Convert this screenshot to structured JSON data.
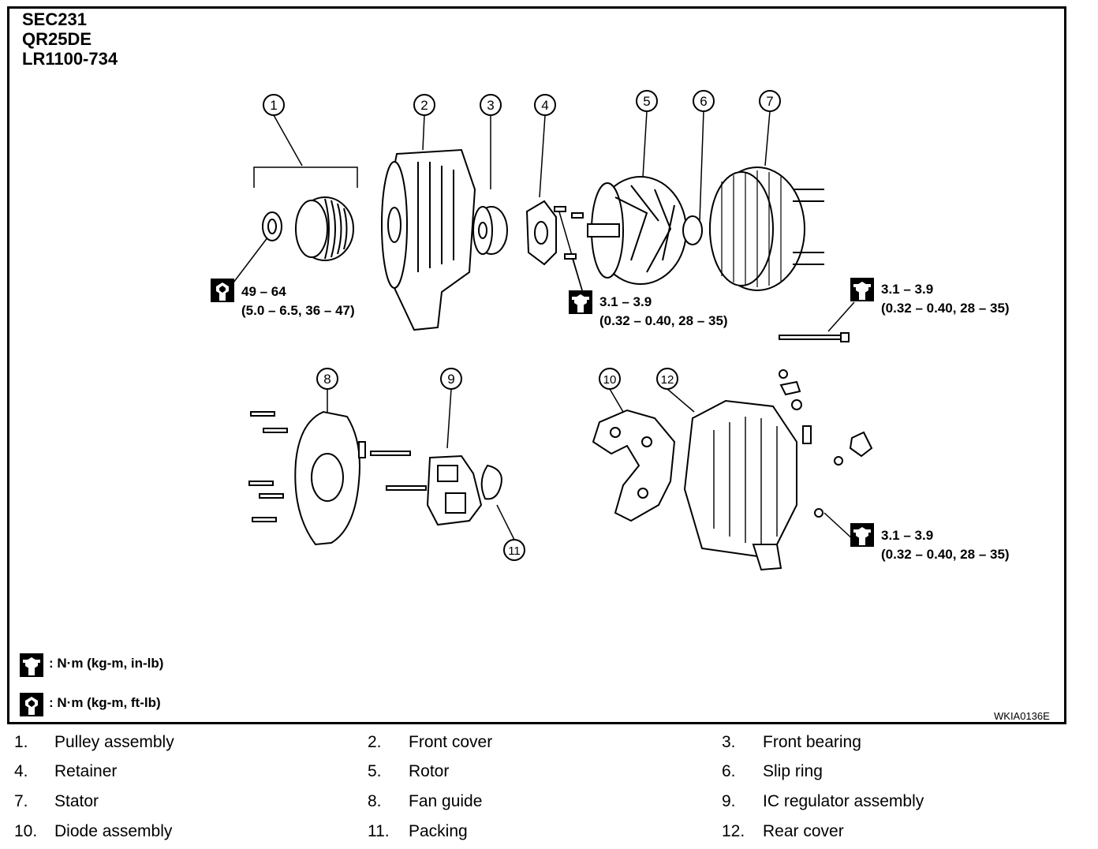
{
  "header": {
    "lines": [
      "SEC231",
      "QR25DE",
      "LR1100-734"
    ]
  },
  "callouts": [
    "1",
    "2",
    "3",
    "4",
    "5",
    "6",
    "7",
    "8",
    "9",
    "10",
    "11",
    "12"
  ],
  "torque_specs": [
    {
      "value": "49 – 64",
      "detail": "(5.0 – 6.5, 36 – 47)",
      "icon": "torque-wrench-ft-lb-icon"
    },
    {
      "value": "3.1 – 3.9",
      "detail": "(0.32 – 0.40, 28 – 35)",
      "icon": "torque-wrench-in-lb-icon"
    },
    {
      "value": "3.1 – 3.9",
      "detail": "(0.32 – 0.40, 28 – 35)",
      "icon": "torque-wrench-in-lb-icon"
    },
    {
      "value": "3.1 – 3.9",
      "detail": "(0.32 – 0.40, 28 – 35)",
      "icon": "torque-wrench-in-lb-icon"
    }
  ],
  "legend": [
    {
      "text": ": N·m (kg-m, in-lb)",
      "icon": "torque-wrench-in-lb-icon"
    },
    {
      "text": ": N·m (kg-m, ft-lb)",
      "icon": "torque-wrench-ft-lb-icon"
    }
  ],
  "figure_id": "WKIA0136E",
  "parts": [
    {
      "num": "1.",
      "name": "Pulley assembly"
    },
    {
      "num": "2.",
      "name": "Front cover"
    },
    {
      "num": "3.",
      "name": "Front bearing"
    },
    {
      "num": "4.",
      "name": "Retainer"
    },
    {
      "num": "5.",
      "name": "Rotor"
    },
    {
      "num": "6.",
      "name": "Slip ring"
    },
    {
      "num": "7.",
      "name": "Stator"
    },
    {
      "num": "8.",
      "name": "Fan guide"
    },
    {
      "num": "9.",
      "name": "IC regulator assembly"
    },
    {
      "num": "10.",
      "name": "Diode assembly"
    },
    {
      "num": "11.",
      "name": "Packing"
    },
    {
      "num": "12.",
      "name": "Rear cover"
    }
  ]
}
